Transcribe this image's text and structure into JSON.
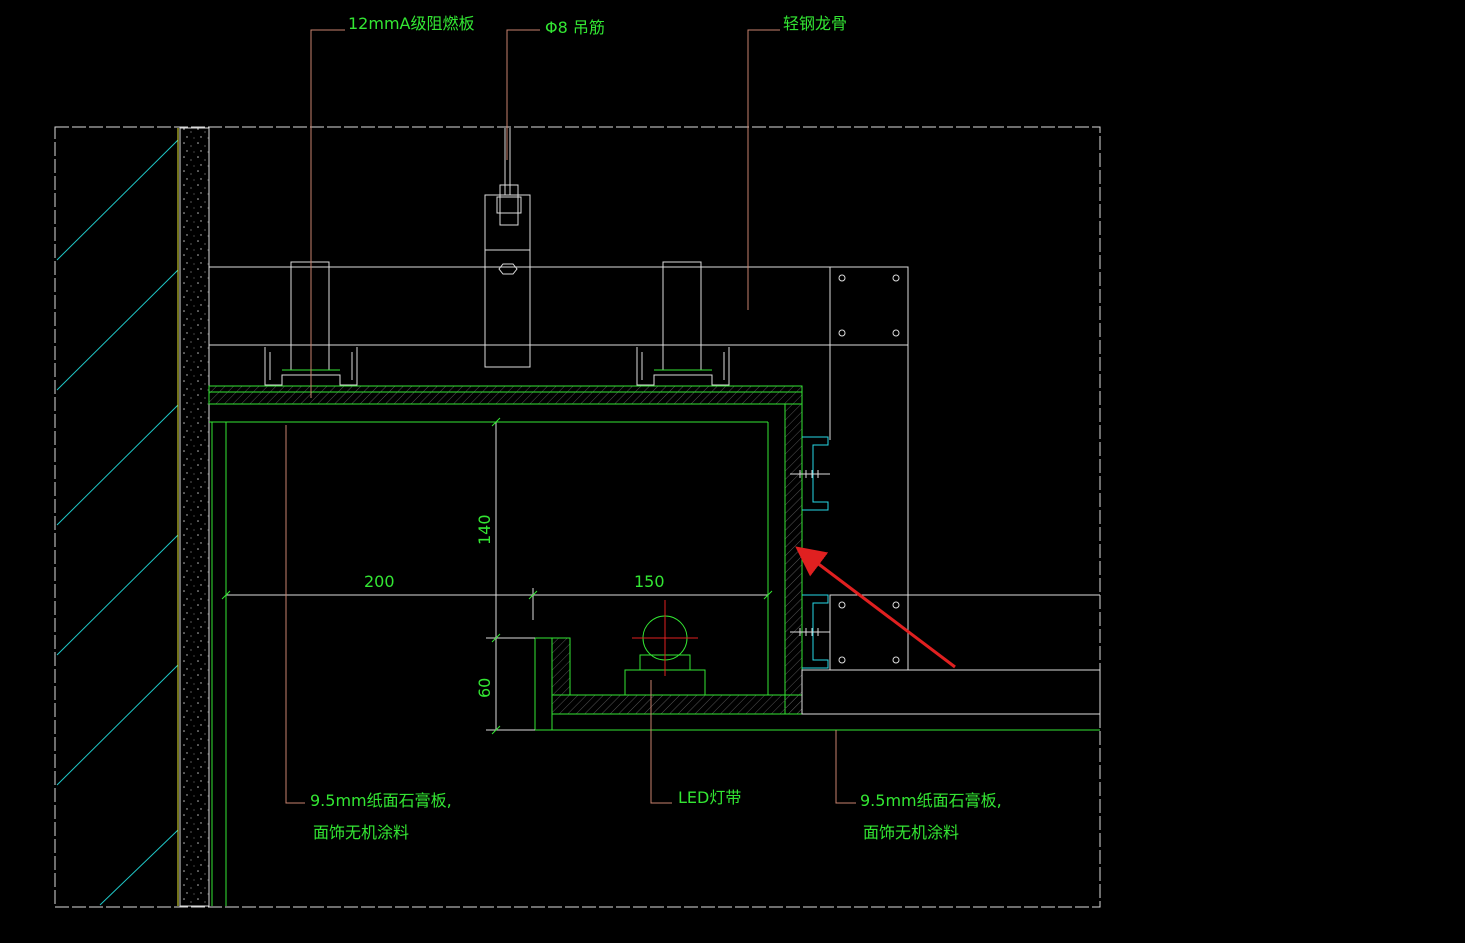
{
  "colors": {
    "background": "#000000",
    "outline": "#dcdcdc",
    "board": "#33e633",
    "leader": "#c8826e",
    "hatch": "#1fc8c8",
    "cyan_profile": "#26d9e6",
    "arrow": "#e02020",
    "center_mark": "#e02020"
  },
  "annotations": {
    "fire_board": "12mmA级阻燃板",
    "hanger_rod": "Φ8 吊筋",
    "steel_keel": "轻钢龙骨",
    "gypsum_left_line1": "9.5mm纸面石膏板,",
    "gypsum_left_line2": "面饰无机涂料",
    "led_strip": "LED灯带",
    "gypsum_right_line1": "9.5mm纸面石膏板,",
    "gypsum_right_line2": "面饰无机涂料"
  },
  "dimensions": {
    "width_left": "200",
    "width_right": "150",
    "height_upper": "140",
    "height_lower": "60"
  },
  "icons": {
    "screw": "screw-icon",
    "bolt": "bolt-icon",
    "led": "led-lamp-icon",
    "arrow": "pointer-arrow-icon"
  }
}
